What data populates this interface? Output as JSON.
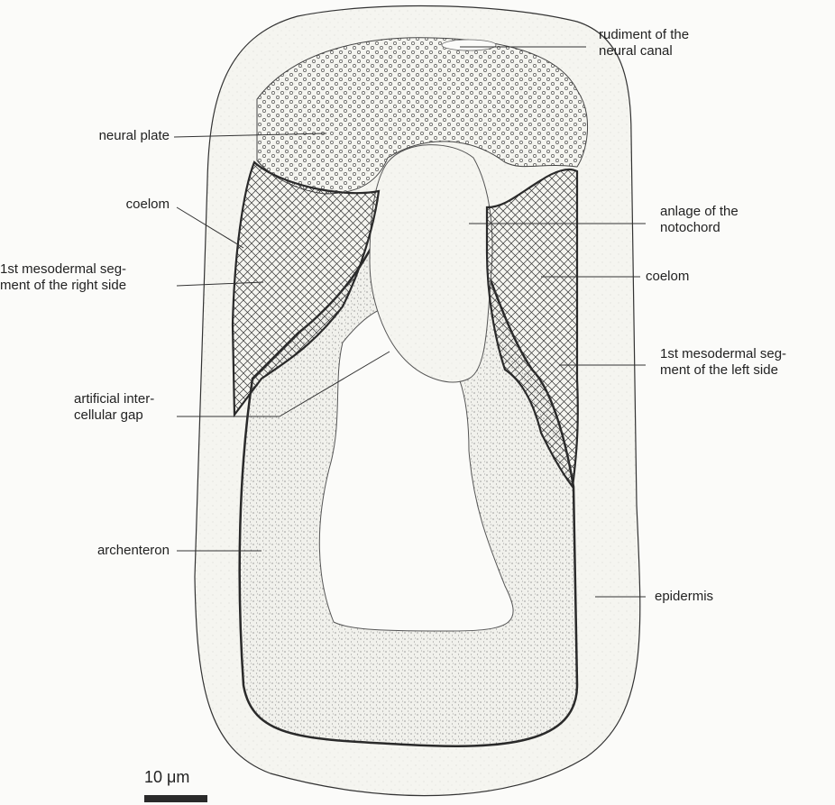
{
  "labels": {
    "rudiment": "rudiment of the\nneural canal",
    "neural_plate": "neural plate",
    "coelom_right": "coelom",
    "seg_right": "1st mesodermal seg-\nment of the right side",
    "gap": "artificial inter-\ncellular gap",
    "archenteron": "archenteron",
    "notochord": "anlage of the\nnotochord",
    "coelom_left": "coelom",
    "seg_left": "1st mesodermal seg-\nment of the left side",
    "epidermis": "epidermis"
  },
  "scale": {
    "text": "10 μm"
  }
}
